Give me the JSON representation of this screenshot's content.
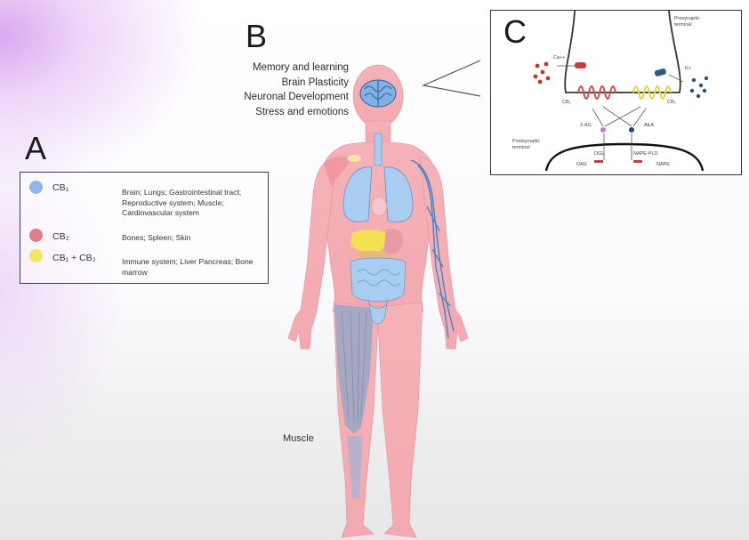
{
  "panels": {
    "a": "A",
    "b": "B",
    "c": "C"
  },
  "functions": [
    "Memory and learning",
    "Brain Plasticity",
    "Neuronal Development",
    "Stress and emotions"
  ],
  "legend": [
    {
      "name": "CB₁",
      "color": "#8fb7ea",
      "description": "Brain; Lungs; Gastrointestinal tract; Reproductive system; Muscle; Cardiovascular system"
    },
    {
      "name": "CB₂",
      "color": "#e07c86",
      "description": "Bones; Spleen; Skin"
    },
    {
      "name": "CB₁ + CB₂",
      "color": "#f2e560",
      "description": "Immune system; Liver Pancreas; Bone marrow"
    }
  ],
  "body_label": "Muscle",
  "synapse": {
    "presynaptic": "Presynaptic terminal",
    "postsynaptic": "Postsynaptic terminal",
    "ca": "Ca++",
    "k": "K+",
    "cb1": "CB₁",
    "cb2": "CB₂",
    "ag": "2-AG",
    "aea": "AEA",
    "dgl": "DGL",
    "dag": "DAG",
    "napepld": "NAPE-PLD",
    "nape": "NAPE"
  },
  "colors": {
    "body": "#f4b3b8",
    "organ": "#a8cdf0",
    "vessel": "#3f84c9",
    "liver": "#f2e150",
    "muscle": "#9aa8c6"
  }
}
